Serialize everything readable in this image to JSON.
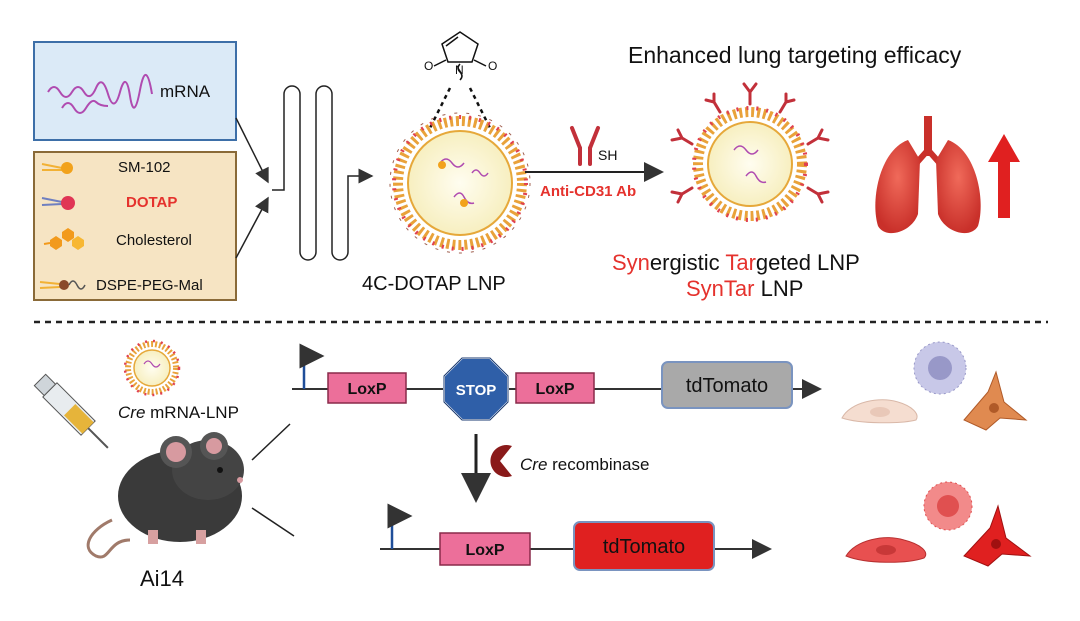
{
  "top": {
    "headline": "Enhanced lung targeting efficacy",
    "mrna_label": "mRNA",
    "lipids": [
      {
        "label": "SM-102",
        "color": "#000000",
        "icon": "lipid-yellow-icon"
      },
      {
        "label": "DOTAP",
        "color": "#e5322d",
        "icon": "lipid-red-icon"
      },
      {
        "label": "Cholesterol",
        "color": "#000000",
        "icon": "cholesterol-icon"
      },
      {
        "label": "DSPE-PEG-Mal",
        "color": "#000000",
        "icon": "peg-icon"
      }
    ],
    "lnp_label": "4C-DOTAP LNP",
    "antibody_sh": "SH",
    "antibody_label": "Anti-CD31 Ab",
    "syntar_line1": {
      "p1": "Syn",
      "p2": "ergistic ",
      "p3": "Tar",
      "p4": "geted LNP"
    },
    "syntar_line2": {
      "p1": "SynTar",
      "p2": " LNP"
    }
  },
  "bottom": {
    "cre_italic": "Cre",
    "cre_rest": " mRNA-LNP",
    "mouse_label": "Ai14",
    "loxp": "LoxP",
    "stop": "STOP",
    "tdtomato": "tdTomato",
    "recombinase_italic": "Cre",
    "recombinase_rest": " recombinase"
  },
  "colors": {
    "accent_red": "#e5322d",
    "loxp_fill": "#ec6f9a",
    "stop_fill": "#2f5fa8",
    "gray_box": "#a9a9a9",
    "red_box": "#e02020",
    "mrna_box": "#dbeaf7",
    "lipid_box": "#f6e4c3"
  }
}
